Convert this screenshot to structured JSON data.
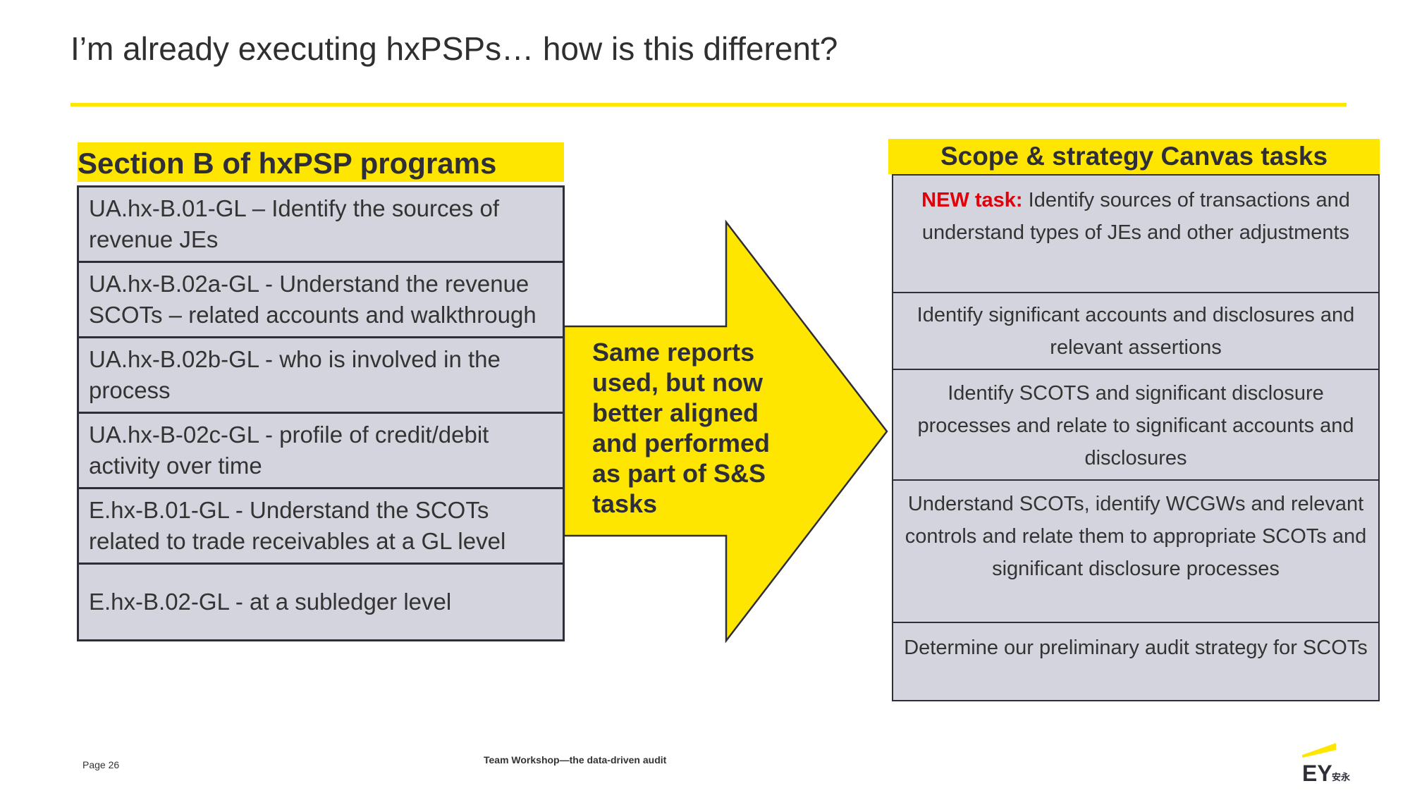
{
  "title": "I’m already executing hxPSPs… how is this different?",
  "colors": {
    "accent": "#ffe600",
    "box_fill": "#d4d4de",
    "border": "#2e2e38",
    "new_tag": "#e0000a"
  },
  "left": {
    "header": "Section B of hxPSP programs",
    "items": [
      {
        "text": "UA.hx-B.01-GL – Identify the sources of revenue JEs"
      },
      {
        "text": "UA.hx-B.02a-GL - Understand the revenue SCOTs – related accounts and walkthrough"
      },
      {
        "text": "UA.hx-B.02b-GL - who is involved in the process"
      },
      {
        "text": "UA.hx-B-02c-GL - profile of credit/debit activity over time"
      },
      {
        "text": "E.hx-B.01-GL - Understand the SCOTs related to trade receivables at a GL level"
      },
      {
        "text": "E.hx-B.02-GL  - at a subledger level"
      }
    ]
  },
  "arrow": {
    "text": "Same reports used, but now better aligned and performed as part of S&S tasks"
  },
  "right": {
    "header": "Scope & strategy Canvas tasks",
    "new_label": "NEW task:",
    "items": [
      {
        "text": "Identify sources of transactions and understand types of JEs and other adjustments"
      },
      {
        "text": "Identify significant accounts and disclosures and relevant assertions"
      },
      {
        "text": "Identify SCOTS and significant disclosure processes and relate to significant accounts and disclosures"
      },
      {
        "text": "Understand SCOTs, identify WCGWs and relevant controls and relate them to appropriate SCOTs and significant disclosure processes"
      },
      {
        "text": "Determine our preliminary audit strategy for SCOTs"
      }
    ]
  },
  "footer": {
    "page": "Page 26",
    "center": "Team Workshop—the data-driven audit",
    "logo": "EY",
    "logo_sub": "安永"
  }
}
